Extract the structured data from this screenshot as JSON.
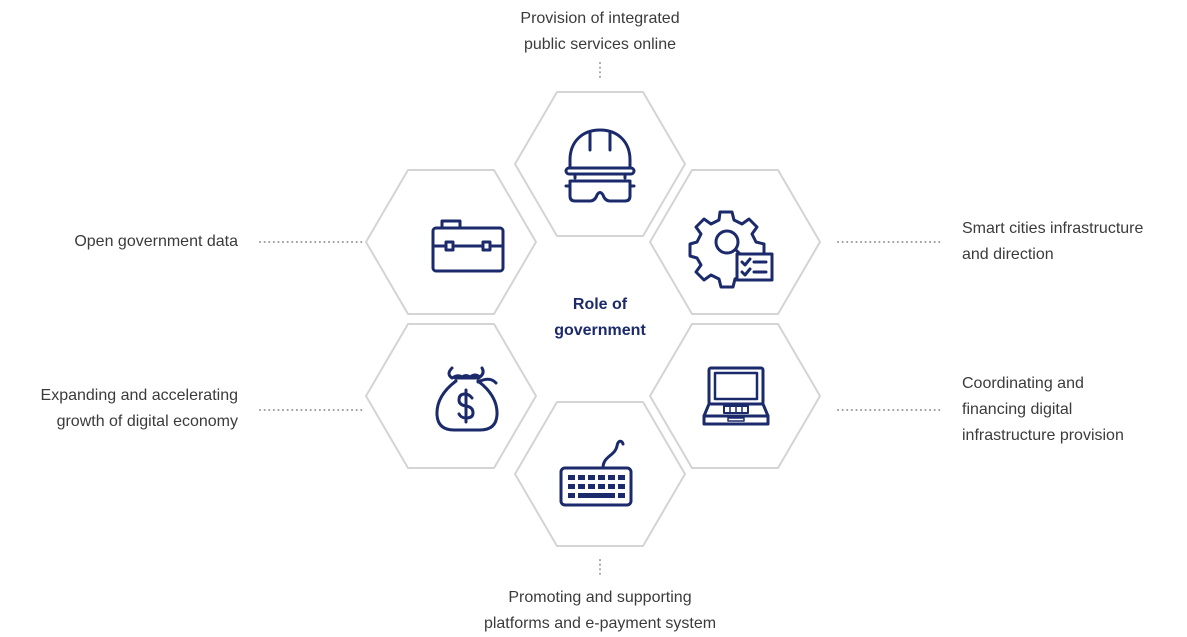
{
  "diagram": {
    "center": {
      "lines": [
        "Role of",
        "government"
      ]
    },
    "nodes": [
      {
        "id": "top",
        "icon": "hard-hat-goggles-icon",
        "label": [
          "Provision of integrated",
          "public services online"
        ]
      },
      {
        "id": "upper-left",
        "icon": "briefcase-icon",
        "label": [
          "Open government data"
        ]
      },
      {
        "id": "upper-right",
        "icon": "gear-document-icon",
        "label": [
          "Smart cities infrastructure",
          "and direction"
        ]
      },
      {
        "id": "lower-left",
        "icon": "money-bag-icon",
        "label": [
          "Expanding and accelerating",
          "growth of digital economy"
        ]
      },
      {
        "id": "lower-right",
        "icon": "laptop-icon",
        "label": [
          "Coordinating and",
          "financing digital",
          "infrastructure provision"
        ]
      },
      {
        "id": "bottom",
        "icon": "keyboard-icon",
        "label": [
          "Promoting and supporting",
          "platforms and e-payment system"
        ]
      }
    ],
    "colors": {
      "icon": "#1b2a6b",
      "center_text": "#1b2a6b",
      "hexagon_stroke": "#d4d4d4",
      "connector": "#9a9a9a",
      "label": "#3b3b3b"
    }
  }
}
